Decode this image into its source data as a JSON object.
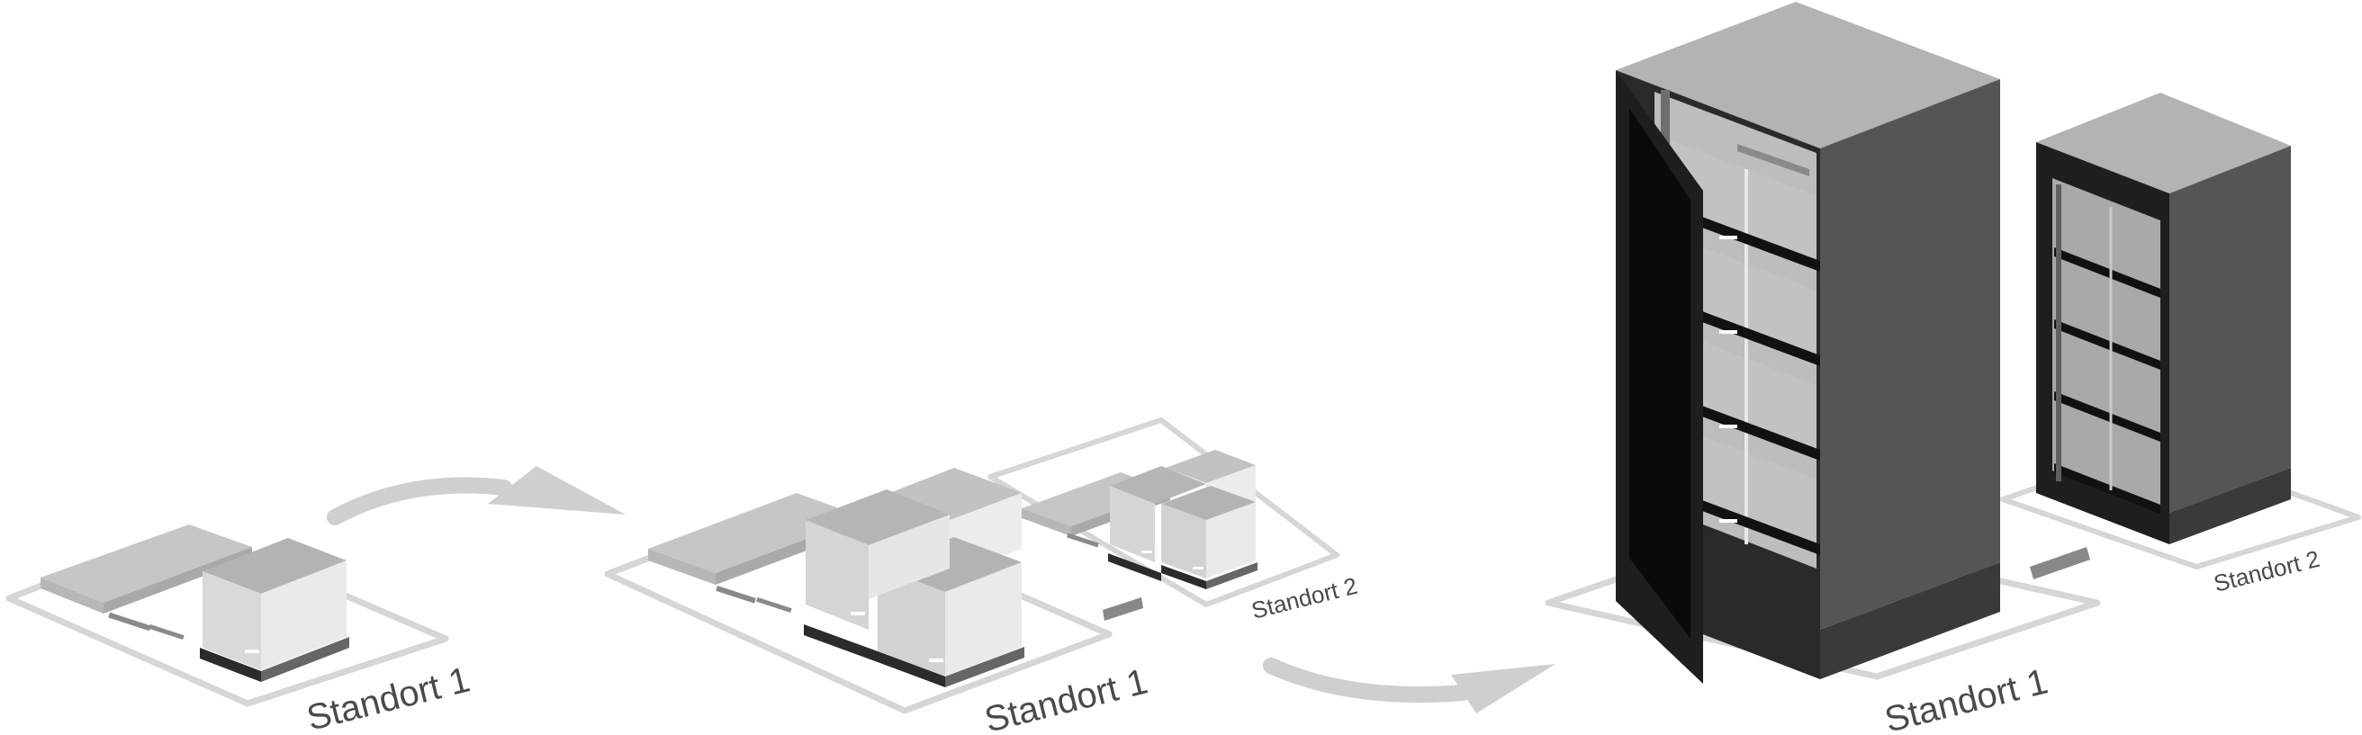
{
  "stages": [
    {
      "id": "stage-1",
      "labels": [
        {
          "key": "site1",
          "text": "Standort 1"
        }
      ]
    },
    {
      "id": "stage-2",
      "labels": [
        {
          "key": "site1",
          "text": "Standort 1"
        },
        {
          "key": "site2",
          "text": "Standort 2"
        }
      ]
    },
    {
      "id": "stage-3",
      "labels": [
        {
          "key": "site1",
          "text": "Standort 1"
        },
        {
          "key": "site2",
          "text": "Standort 2"
        }
      ]
    }
  ],
  "colors": {
    "platform_outline": "#d6d6d6",
    "rack_dark": "#555555",
    "rack_top": "#b3b3b4",
    "box_light": "#e3e3e4",
    "arrow": "#cfcfcf"
  }
}
